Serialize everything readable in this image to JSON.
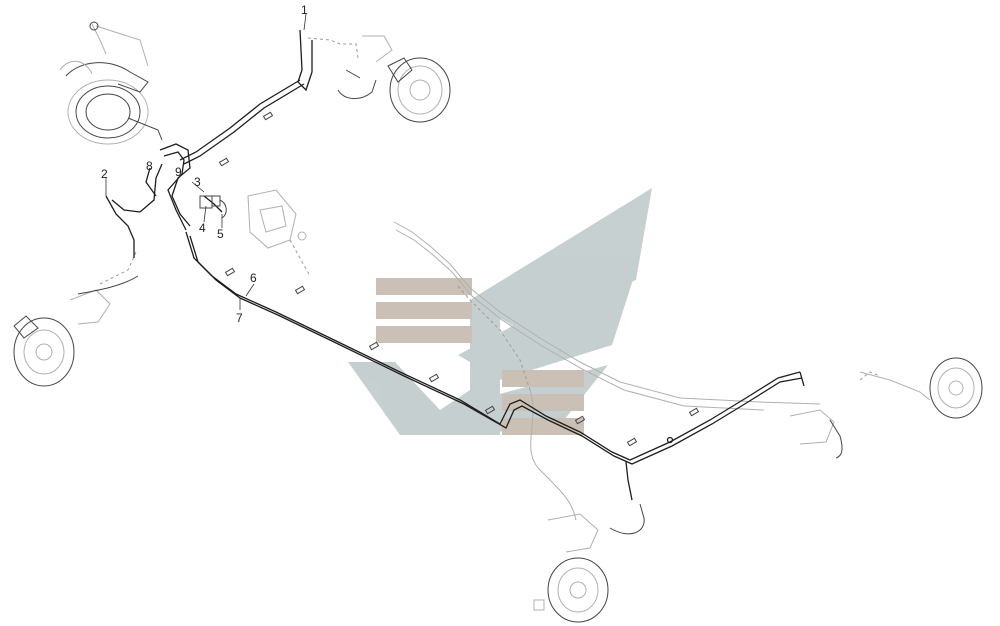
{
  "diagram": {
    "watermark": {
      "stripe_color": "#c9bdb3",
      "wing_color": "#c3cdcd"
    },
    "line_color": "#1e1e1e",
    "callouts": [
      {
        "id": "1",
        "label": "1"
      },
      {
        "id": "2",
        "label": "2"
      },
      {
        "id": "3",
        "label": "3"
      },
      {
        "id": "4",
        "label": "4"
      },
      {
        "id": "5",
        "label": "5"
      },
      {
        "id": "6",
        "label": "6"
      },
      {
        "id": "7",
        "label": "7"
      },
      {
        "id": "8",
        "label": "8"
      },
      {
        "id": "9",
        "label": "9"
      }
    ]
  }
}
